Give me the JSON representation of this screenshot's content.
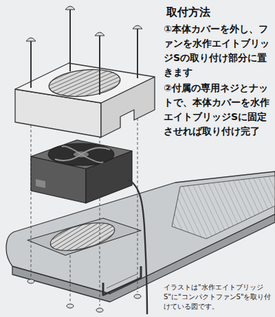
{
  "diagram": {
    "title": "取付方法",
    "caption": "イラストは\"水作エイトブリッジS\"に\"コンパクトファンS\"を取り付けている図です。",
    "labels": [
      "①本体カバーを外し、ファンを水作エイトブリッジSの取り付け部分に置きます",
      "②付属の専用ネジとナットで、本体カバーを水作エイトブリッジSに固定させれば取り付け完了"
    ]
  }
}
